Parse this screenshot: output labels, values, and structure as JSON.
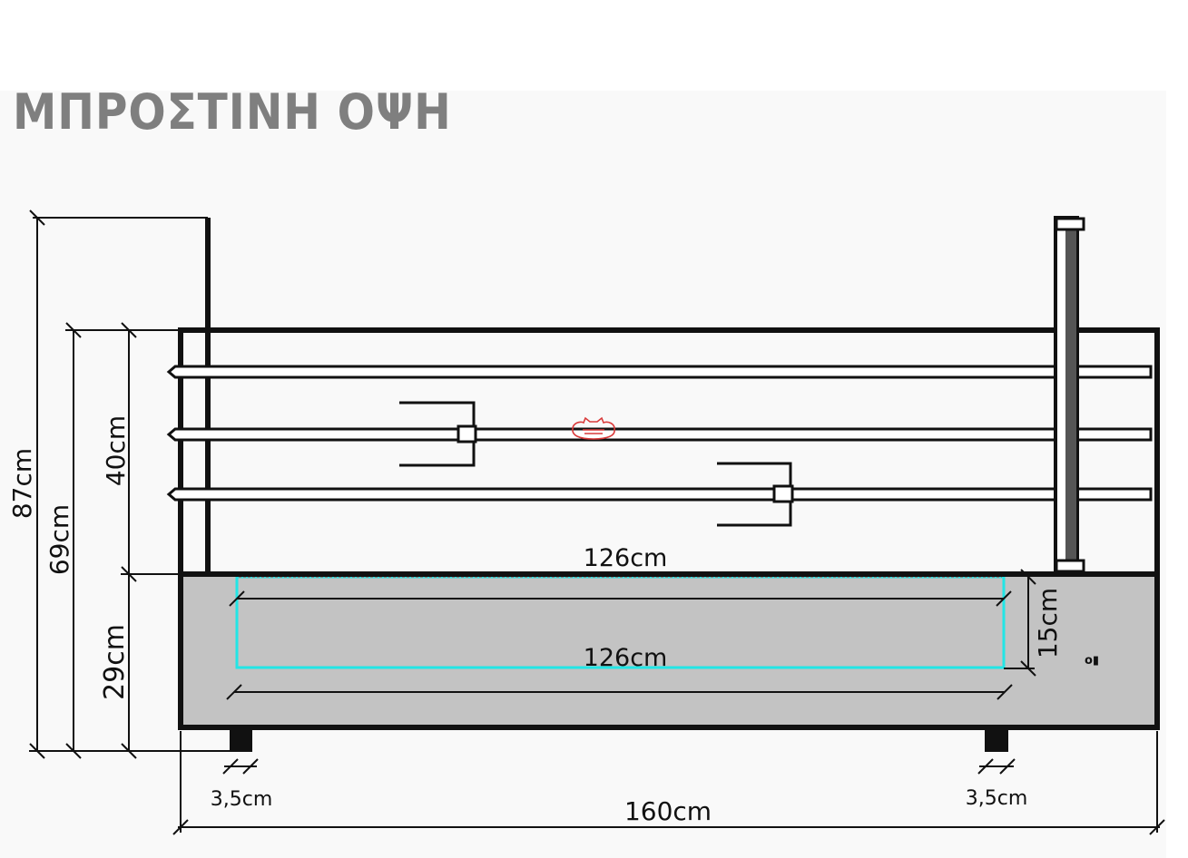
{
  "title": "ΜΠΡΟΣΤΙΝΗ ΟΨΗ",
  "colors": {
    "outline": "#111111",
    "base_fill": "#c3c3c3",
    "drawer_outline": "#22e6e6",
    "led_strip": "#e02020",
    "title": "#7f7f7f",
    "badge": "#d93a3a"
  },
  "icons": {
    "watermark": "cat-face-icon"
  },
  "dimensions": {
    "overall_height": "87cm",
    "bed_height": "69cm",
    "guard_height": "40cm",
    "base_height": "29cm",
    "drawer_height": "15cm",
    "drawer_inner_width": "126cm",
    "drawer_outer_width": "126cm",
    "total_width": "160cm",
    "left_leg_width": "3,5cm",
    "right_leg_width": "3,5cm"
  },
  "labels": {
    "drawer_knob": "o▮"
  }
}
